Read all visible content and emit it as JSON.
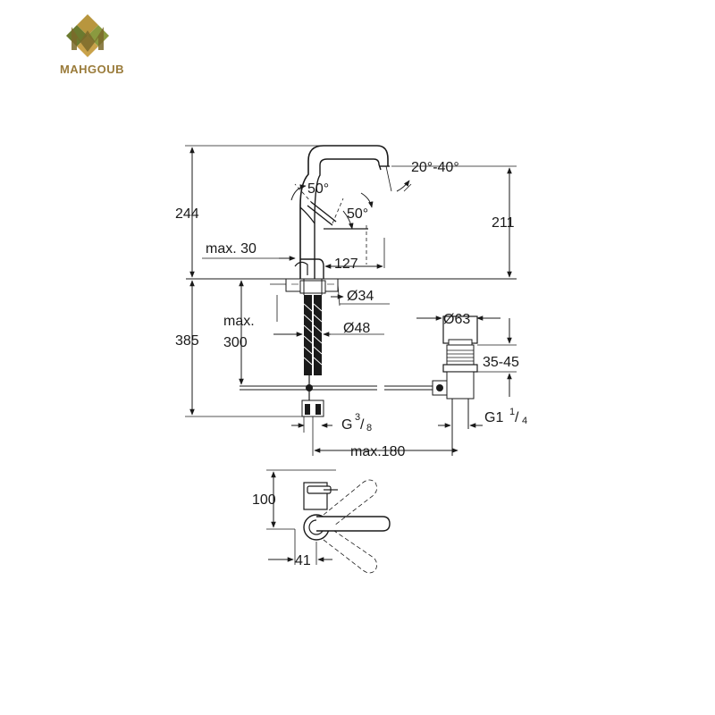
{
  "brand": {
    "name": "MAHGOUB",
    "colors": {
      "gold": "#b8963e",
      "green": "#6b7a2f",
      "text": "#9a7b3a"
    }
  },
  "drawing": {
    "labels": {
      "height_total": "244",
      "spout_height": "211",
      "spout_angle": "20°-40°",
      "lever_angle_left": "50°",
      "lever_angle_right": "50°",
      "lever_offset": "max. 30",
      "spout_reach": "127",
      "shank_dia": "Ø34",
      "hole_dia": "Ø48",
      "below_height": "385",
      "max_label": "max.",
      "max_value": "300",
      "waste_dia": "Ø63",
      "waste_range": "35-45",
      "thread_g": "G",
      "thread_g_num": "3",
      "thread_g_den": "8",
      "thread_g1": "G1",
      "thread_g1_num": "1",
      "thread_g1_den": "4",
      "rod_length": "max.180",
      "plan_depth": "100",
      "plan_width": "41"
    }
  }
}
